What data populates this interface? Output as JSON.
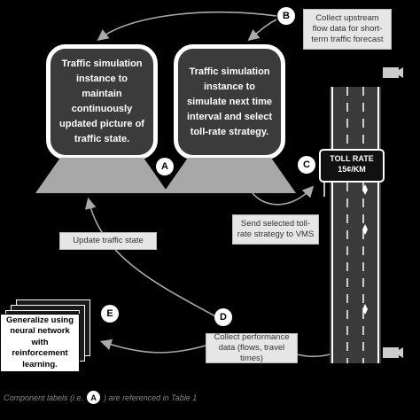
{
  "monitor_a_text": "Traffic simulation instance to maintain continuously updated picture of traffic state.",
  "monitor_b_text": "Traffic simulation instance to simulate next time interval and select toll-rate strategy.",
  "label_b": "Collect upstream flow data for short-term traffic forecast",
  "label_c": "Send selected toll-rate strategy to VMS",
  "label_update": "Update traffic state",
  "label_d": "Collect performance data (flows, travel times)",
  "card_e_text": "Generalize using neural network with reinforcement learning.",
  "sign": {
    "line1": "TOLL RATE",
    "line2": "15¢/KM"
  },
  "badges": {
    "a": "A",
    "b": "B",
    "c": "C",
    "d": "D",
    "e": "E"
  },
  "caption": {
    "before": "Component labels (i.e.",
    "badge": "A",
    "after": ") are referenced in Table 1"
  },
  "colors": {
    "background": "#000000",
    "screen": "#3b3b3b",
    "monitor_base": "#a8a8a8",
    "label_box": "#e6e6e6",
    "road": "#3a3a3a"
  }
}
